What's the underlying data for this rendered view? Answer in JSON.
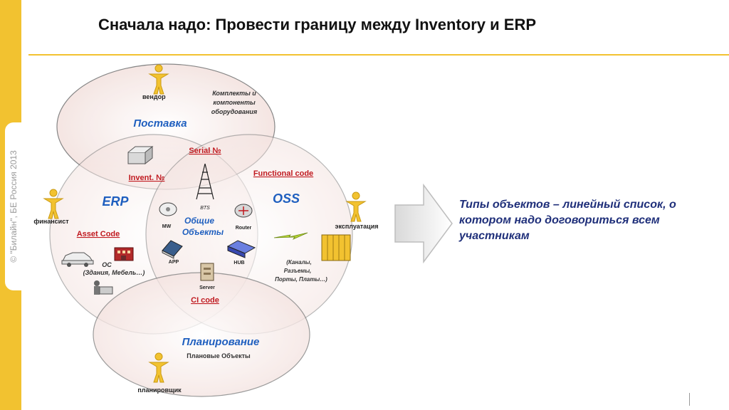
{
  "sidebar": {
    "copyright": "© \"Билайн\", БЕ Россия 2013"
  },
  "slide": {
    "title": "Сначала надо: Провести границу между Inventory и ERP"
  },
  "diagram": {
    "supply": {
      "title": "Поставка",
      "actor": "вендор",
      "note_lines": [
        "Комплекты и",
        "компоненты",
        "оборудования"
      ]
    },
    "erp": {
      "title": "ERP",
      "actor": "финансист",
      "asset_code": "Asset Code",
      "os_lines": [
        "ОС",
        "(Здания, Мебель…)"
      ]
    },
    "oss": {
      "title": "OSS",
      "actor": "эксплуатация",
      "items_lines": [
        "(Каналы,",
        "Разъемы,",
        "Порты, Платы…)"
      ]
    },
    "planning": {
      "title": "Планирование",
      "subtitle": "Плановые Объекты",
      "actor": "планировщик"
    },
    "center": {
      "title_lines": [
        "Общие",
        "Объекты"
      ],
      "bts": "BTS",
      "mw": "MW",
      "router": "Router",
      "app": "APP",
      "hub": "HUB",
      "server": "Server"
    },
    "codes": {
      "serial": "Serial №",
      "invent": "Invent. №",
      "functional": "Functional code",
      "ci": "CI code"
    },
    "colors": {
      "accent_red": "#c0191f",
      "title_blue": "#1f5fbf",
      "actor_yellow": "#f2c230"
    }
  },
  "callout": {
    "text": "Типы объектов – линейный список, о котором надо договориться всем участникам"
  }
}
